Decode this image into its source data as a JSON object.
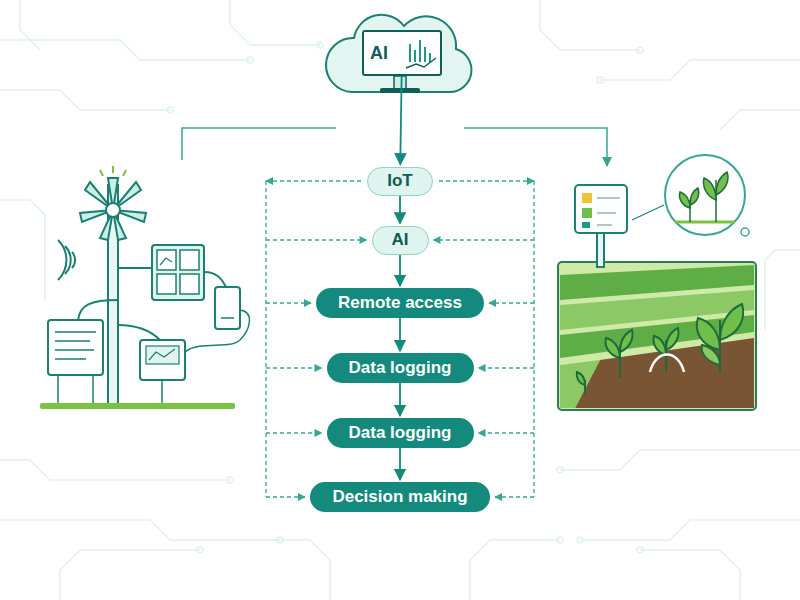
{
  "diagram": {
    "nodes": [
      {
        "text": [
          "AI"
        ]
      },
      {
        "text": [
          "IoT"
        ]
      },
      {
        "text": [
          "AI"
        ]
      },
      {
        "text": [
          "Remote access"
        ]
      },
      {
        "text": [
          "Data logging"
        ]
      },
      {
        "text": [
          "Data logging"
        ]
      },
      {
        "text": [
          "Decision making"
        ]
      }
    ],
    "edges": [
      {
        "from": 0,
        "to": 1,
        "arrow": "to"
      },
      {
        "from": 1,
        "to": 2,
        "arrow": "to"
      },
      {
        "from": 2,
        "to": 3,
        "arrow": "to"
      },
      {
        "from": 3,
        "to": 4,
        "arrow": "to"
      },
      {
        "from": 4,
        "to": 5,
        "arrow": "to"
      },
      {
        "from": 5,
        "to": 6,
        "arrow": "to"
      }
    ]
  }
}
